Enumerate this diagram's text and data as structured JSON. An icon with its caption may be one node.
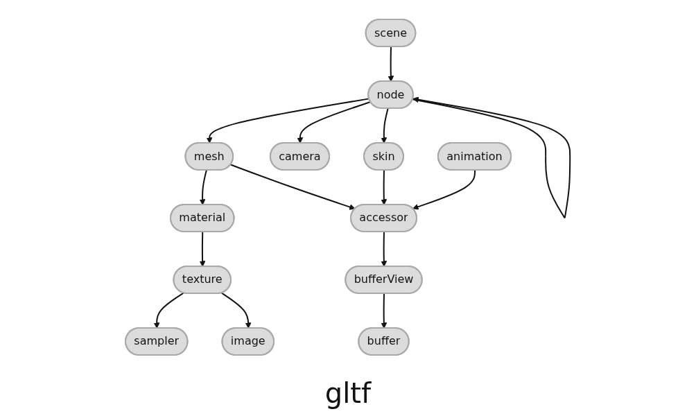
{
  "diagram": {
    "caption": "gltf",
    "nodes": [
      {
        "text": [
          "scene"
        ]
      },
      {
        "text": [
          "node"
        ]
      },
      {
        "text": [
          "mesh"
        ]
      },
      {
        "text": [
          "camera"
        ]
      },
      {
        "text": [
          "skin"
        ]
      },
      {
        "text": [
          "material"
        ]
      },
      {
        "text": [
          "accessor"
        ]
      },
      {
        "text": [
          "texture"
        ]
      },
      {
        "text": [
          "bufferView"
        ]
      },
      {
        "text": [
          "animation"
        ]
      },
      {
        "text": [
          "sampler"
        ]
      },
      {
        "text": [
          "image"
        ]
      },
      {
        "text": [
          "buffer"
        ]
      }
    ],
    "edges": [
      {
        "from": 0,
        "to": 1,
        "arrow": "to"
      },
      {
        "from": 1,
        "to": 1,
        "arrow": "to"
      },
      {
        "from": 1,
        "to": 2,
        "arrow": "to"
      },
      {
        "from": 1,
        "to": 3,
        "arrow": "to"
      },
      {
        "from": 1,
        "to": 4,
        "arrow": "to"
      },
      {
        "from": 2,
        "to": 5,
        "arrow": "to"
      },
      {
        "from": 2,
        "to": 6,
        "arrow": "to"
      },
      {
        "from": 4,
        "to": 6,
        "arrow": "to"
      },
      {
        "from": 9,
        "to": 6,
        "arrow": "to"
      },
      {
        "from": 5,
        "to": 7,
        "arrow": "to"
      },
      {
        "from": 6,
        "to": 8,
        "arrow": "to"
      },
      {
        "from": 7,
        "to": 10,
        "arrow": "to"
      },
      {
        "from": 7,
        "to": 11,
        "arrow": "to"
      },
      {
        "from": 8,
        "to": 12,
        "arrow": "to"
      }
    ]
  }
}
